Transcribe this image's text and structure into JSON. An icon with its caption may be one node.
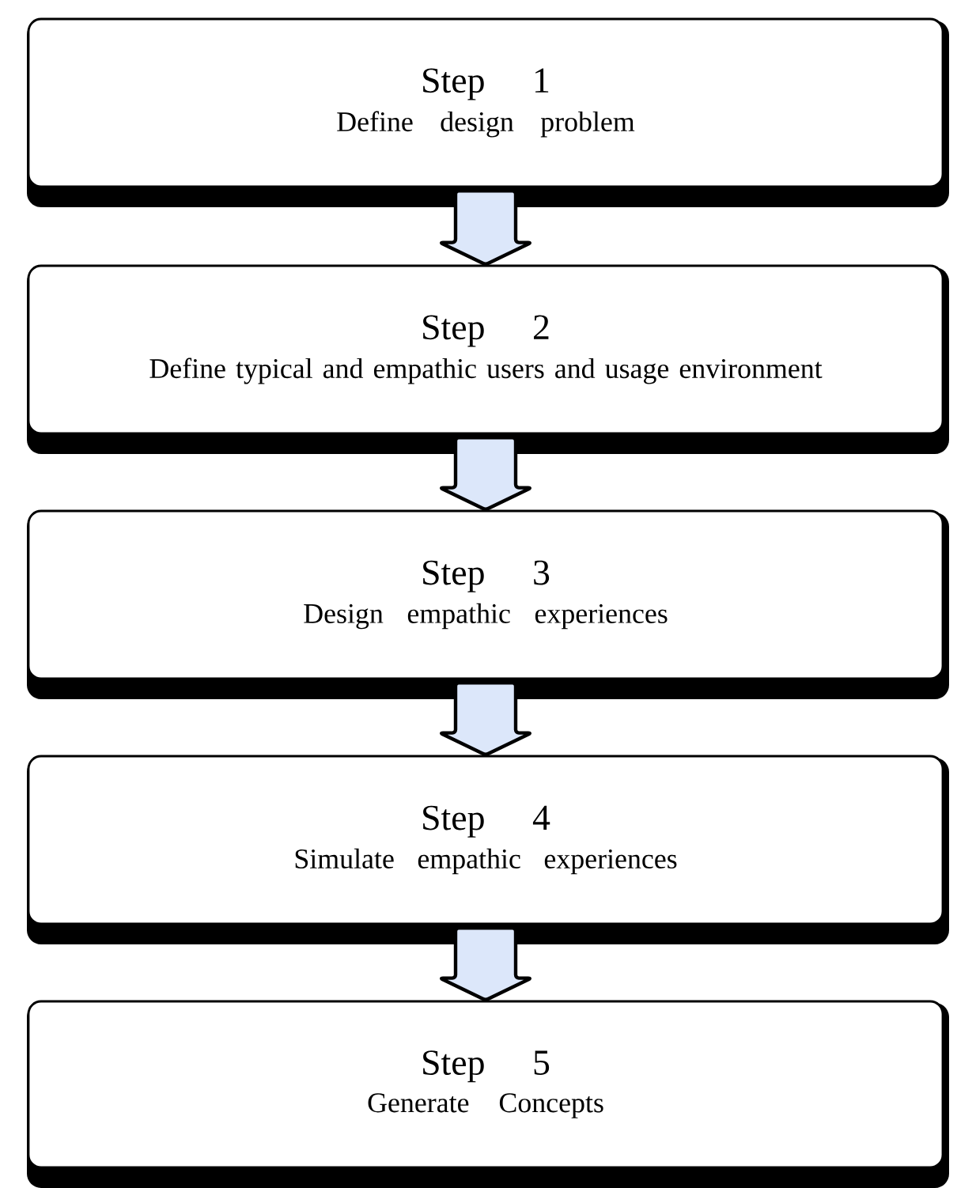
{
  "diagram": {
    "nodes": [
      {
        "text": [
          "Step 1",
          "Define design problem"
        ]
      },
      {
        "text": [
          "Step 2",
          "Define typical and empathic users and usage environment"
        ]
      },
      {
        "text": [
          "Step 3",
          "Design empathic experiences"
        ]
      },
      {
        "text": [
          "Step 4",
          "Simulate empathic experiences"
        ]
      },
      {
        "text": [
          "Step 5",
          "Generate Concepts"
        ]
      }
    ],
    "edges": [
      {
        "from": 0,
        "to": 1,
        "arrow": "to"
      },
      {
        "from": 1,
        "to": 2,
        "arrow": "to"
      },
      {
        "from": 2,
        "to": 3,
        "arrow": "to"
      },
      {
        "from": 3,
        "to": 4,
        "arrow": "to"
      }
    ]
  }
}
